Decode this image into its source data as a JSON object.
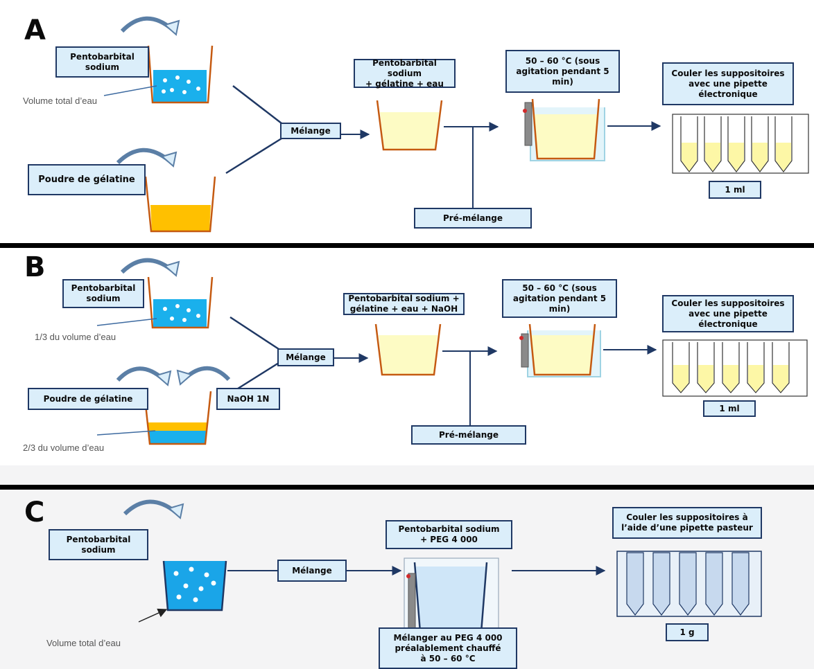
{
  "panels": {
    "a": {
      "letter": "A",
      "pentobarbital": "Pentobarbital\nsodium",
      "water_note": "Volume total d’eau",
      "gelatin": "Poudre de gélatine",
      "mix": "Mélange",
      "mixture": "Pentobarbital sodium\n+ gélatine + eau",
      "heat": "50 – 60 °C (sous\nagitation pendant 5\nmin)",
      "cast": "Couler les suppositoires\navec une pipette\nélectronique",
      "volume": "1 ml",
      "premix": "Pré-mélange"
    },
    "b": {
      "letter": "B",
      "pentobarbital": "Pentobarbital\nsodium",
      "water_note_top": "1/3 du volume d’eau",
      "gelatin": "Poudre de gélatine",
      "naoh": "NaOH 1N",
      "water_note_bottom": "2/3 du volume d’eau",
      "mix": "Mélange",
      "mixture": "Pentobarbital sodium +\ngélatine + eau + NaOH",
      "heat": "50 – 60 °C (sous\nagitation pendant 5\nmin)",
      "cast": "Couler les suppositoires\navec une pipette\nélectronique",
      "volume": "1 ml",
      "premix": "Pré-mélange"
    },
    "c": {
      "letter": "C",
      "pentobarbital": "Pentobarbital\nsodium",
      "water_note": "Volume total d’eau",
      "mix": "Mélange",
      "mixture": "Pentobarbital sodium\n+ PEG 4 000",
      "peg_note": "Mélanger au PEG 4 000\npréalablement chauffé\nà 50 – 60 °C",
      "cast": "Couler les suppositoires à\nl’aide d’une pipette pasteur",
      "mass": "1 g"
    }
  },
  "colors": {
    "navy": "#1f3864",
    "box_fill": "#dbeefa",
    "water": "#1ab0ec",
    "gelatin": "#ffc000",
    "mixture": "#fdfbc4",
    "beaker_wall": "#c55a11",
    "bath": "#bfe5f2",
    "peg": "#cfe6f8",
    "divider": "#000000"
  }
}
